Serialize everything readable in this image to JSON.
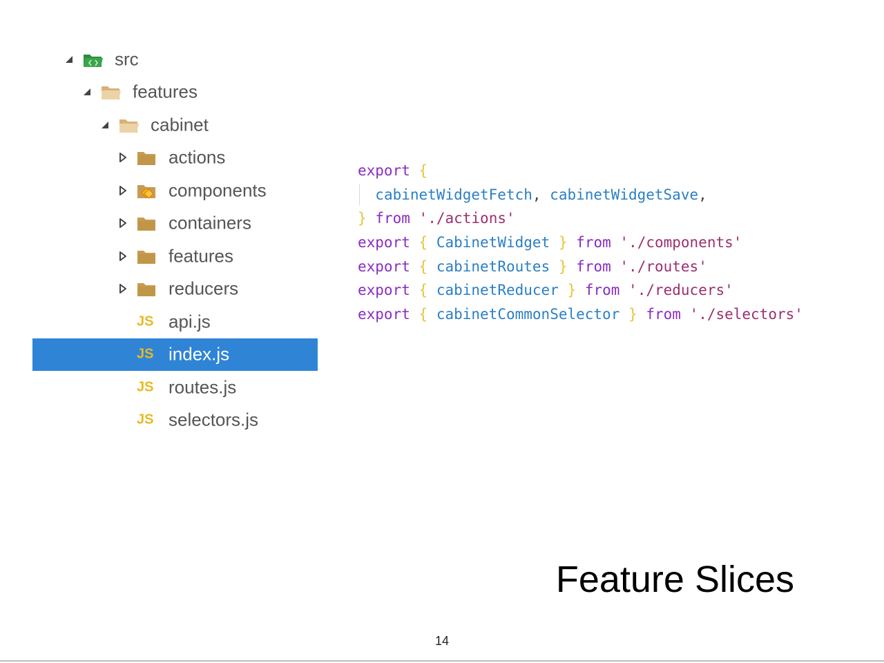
{
  "tree": {
    "items": [
      {
        "label": "src",
        "icon": "folder-src-icon",
        "caret": "expanded",
        "depth": 0
      },
      {
        "label": "features",
        "icon": "folder-open-icon",
        "caret": "expanded",
        "depth": 1
      },
      {
        "label": "cabinet",
        "icon": "folder-open-icon",
        "caret": "expanded",
        "depth": 2
      },
      {
        "label": "actions",
        "icon": "folder-icon",
        "caret": "collapsed",
        "depth": 3
      },
      {
        "label": "components",
        "icon": "folder-components-icon",
        "caret": "collapsed",
        "depth": 3
      },
      {
        "label": "containers",
        "icon": "folder-icon",
        "caret": "collapsed",
        "depth": 3
      },
      {
        "label": "features",
        "icon": "folder-icon",
        "caret": "collapsed",
        "depth": 3
      },
      {
        "label": "reducers",
        "icon": "folder-icon",
        "caret": "collapsed",
        "depth": 3
      },
      {
        "label": "api.js",
        "icon": "js-file-icon",
        "badge": "JS",
        "depth": 3
      },
      {
        "label": "index.js",
        "icon": "js-file-icon",
        "badge": "JS",
        "depth": 3,
        "selected": true
      },
      {
        "label": "routes.js",
        "icon": "js-file-icon",
        "badge": "JS",
        "depth": 3
      },
      {
        "label": "selectors.js",
        "icon": "js-file-icon",
        "badge": "JS",
        "depth": 3
      }
    ]
  },
  "code": {
    "lines": [
      [
        {
          "t": "export",
          "c": "kw"
        },
        {
          "t": " ",
          "c": "pn"
        },
        {
          "t": "{",
          "c": "br"
        }
      ],
      [
        {
          "t": "  ",
          "c": "pn"
        },
        {
          "t": "cabinetWidgetFetch",
          "c": "id"
        },
        {
          "t": ", ",
          "c": "pn"
        },
        {
          "t": "cabinetWidgetSave",
          "c": "id"
        },
        {
          "t": ",",
          "c": "pn"
        }
      ],
      [
        {
          "t": "}",
          "c": "br"
        },
        {
          "t": " ",
          "c": "pn"
        },
        {
          "t": "from",
          "c": "kw"
        },
        {
          "t": " ",
          "c": "pn"
        },
        {
          "t": "'./actions'",
          "c": "st"
        }
      ],
      [
        {
          "t": "export",
          "c": "kw"
        },
        {
          "t": " ",
          "c": "pn"
        },
        {
          "t": "{",
          "c": "br"
        },
        {
          "t": " ",
          "c": "pn"
        },
        {
          "t": "CabinetWidget",
          "c": "id"
        },
        {
          "t": " ",
          "c": "pn"
        },
        {
          "t": "}",
          "c": "br"
        },
        {
          "t": " ",
          "c": "pn"
        },
        {
          "t": "from",
          "c": "kw"
        },
        {
          "t": " ",
          "c": "pn"
        },
        {
          "t": "'./components'",
          "c": "st"
        }
      ],
      [
        {
          "t": "export",
          "c": "kw"
        },
        {
          "t": " ",
          "c": "pn"
        },
        {
          "t": "{",
          "c": "br"
        },
        {
          "t": " ",
          "c": "pn"
        },
        {
          "t": "cabinetRoutes",
          "c": "id"
        },
        {
          "t": " ",
          "c": "pn"
        },
        {
          "t": "}",
          "c": "br"
        },
        {
          "t": " ",
          "c": "pn"
        },
        {
          "t": "from",
          "c": "kw"
        },
        {
          "t": " ",
          "c": "pn"
        },
        {
          "t": "'./routes'",
          "c": "st"
        }
      ],
      [
        {
          "t": "export",
          "c": "kw"
        },
        {
          "t": " ",
          "c": "pn"
        },
        {
          "t": "{",
          "c": "br"
        },
        {
          "t": " ",
          "c": "pn"
        },
        {
          "t": "cabinetReducer",
          "c": "id"
        },
        {
          "t": " ",
          "c": "pn"
        },
        {
          "t": "}",
          "c": "br"
        },
        {
          "t": " ",
          "c": "pn"
        },
        {
          "t": "from",
          "c": "kw"
        },
        {
          "t": " ",
          "c": "pn"
        },
        {
          "t": "'./reducers'",
          "c": "st"
        }
      ],
      [
        {
          "t": "export",
          "c": "kw"
        },
        {
          "t": " ",
          "c": "pn"
        },
        {
          "t": "{",
          "c": "br"
        },
        {
          "t": " ",
          "c": "pn"
        },
        {
          "t": "cabinetCommonSelector",
          "c": "id"
        },
        {
          "t": " ",
          "c": "pn"
        },
        {
          "t": "}",
          "c": "br"
        },
        {
          "t": " ",
          "c": "pn"
        },
        {
          "t": "from",
          "c": "kw"
        },
        {
          "t": " ",
          "c": "pn"
        },
        {
          "t": "'./selectors'",
          "c": "st"
        }
      ]
    ]
  },
  "slide": {
    "title": "Feature Slices",
    "page_number": "14"
  },
  "colors": {
    "selection": "#2f84d6",
    "keyword": "#8a2bc2",
    "identifier": "#2a7fc4",
    "string": "#9b2f6f",
    "brace": "#e8c33a",
    "js_badge": "#e8b923",
    "folder": "#c89b52",
    "src_folder": "#2e8b3e"
  }
}
